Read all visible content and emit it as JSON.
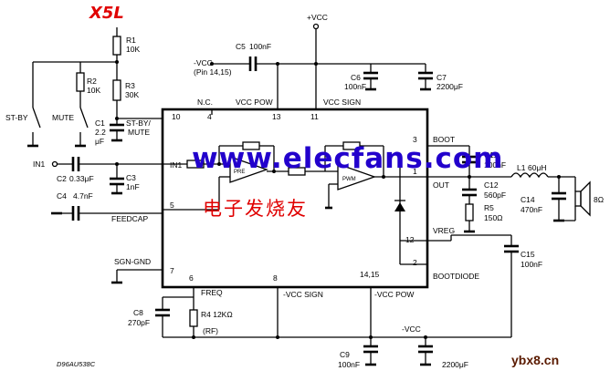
{
  "annotation": {
    "handwritten": "X5L"
  },
  "watermark": {
    "brand": "www.elecfans.com",
    "chinese": "电子发烧友",
    "corner": "ybx8.cn",
    "corner_color": "#5a1a00"
  },
  "colors": {
    "wire": "#000000",
    "brand": "#2200cc",
    "chinese": "#e00000"
  },
  "supply": {
    "vcc_top": "+VCC",
    "vcc_left": "-VCC",
    "vcc_left_pins": "(Pin 14,15)",
    "vcc_bottom": "-VCC"
  },
  "components": {
    "r1": {
      "name": "R1",
      "value": "10K"
    },
    "r2": {
      "name": "R2",
      "value": "10K"
    },
    "r3": {
      "name": "R3",
      "value": "30K"
    },
    "r4": {
      "name": "R4 12KΩ",
      "value": "(RF)"
    },
    "r5": {
      "name": "R5",
      "value": "150Ω"
    },
    "c1": {
      "name": "C1",
      "value": "2.2",
      "unit": "μF"
    },
    "c2": {
      "name": "C2",
      "value": "0.33μF"
    },
    "c3": {
      "name": "C3",
      "value": "1nF"
    },
    "c4": {
      "name": "C4",
      "value": "4.7nF"
    },
    "c5": {
      "name": "C5",
      "value": "100nF"
    },
    "c6": {
      "name": "C6",
      "value": "100nF"
    },
    "c7": {
      "name": "C7",
      "value": "2200μF"
    },
    "c8": {
      "name": "C8",
      "value": "270pF"
    },
    "c9": {
      "name": "C9",
      "value": "100nF"
    },
    "c10": {
      "value": "2200μF"
    },
    "c11": {
      "name": "C11",
      "value": "100nF"
    },
    "c12": {
      "name": "C12",
      "value": "560pF"
    },
    "c14": {
      "name": "C14",
      "value": "470nF"
    },
    "c15": {
      "name": "C15",
      "value": "100nF"
    },
    "l1": {
      "name": "L1",
      "value": "60μH"
    },
    "speaker": {
      "value": "8Ω"
    }
  },
  "switches": {
    "standby": "ST-BY",
    "mute": "MUTE"
  },
  "signals": {
    "in1": "IN1"
  },
  "chip": {
    "pins": {
      "p10": "10",
      "p4": "4",
      "p13": "13",
      "p11": "11",
      "p3": "3",
      "p1": "1",
      "p12": "12",
      "p2": "2",
      "p5": "5",
      "p7": "7",
      "p6": "6",
      "p8": "8",
      "p1415": "14,15"
    },
    "labels": {
      "nc": "N.C.",
      "vccpow": "VCC POW",
      "vccsign": "VCC SIGN",
      "stby_mute": "ST-BY/",
      "stby_mute2": "MUTE",
      "in1": "IN1",
      "feedcap": "FEEDCAP",
      "sgn_gnd": "SGN-GND",
      "boot": "BOOT",
      "out": "OUT",
      "vreg": "VREG",
      "bootdiode": "BOOTDIODE",
      "freq": "FREQ",
      "mvccsign": "-VCC SIGN",
      "mvccpow": "-VCC POW"
    },
    "pre": "PRE",
    "pwm": "PWM"
  },
  "doc_id": "D96AU538C"
}
